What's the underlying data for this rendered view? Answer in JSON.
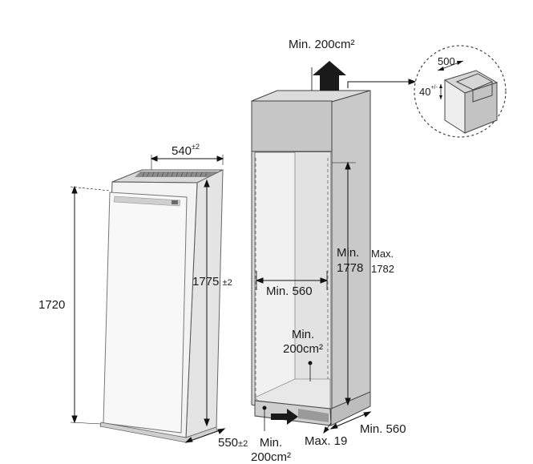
{
  "fridge": {
    "width_value": "540",
    "width_tol": "±2",
    "height_value": "1720",
    "cabinet_height_value": "1775",
    "cabinet_height_tol": "±2",
    "depth_value": "550",
    "depth_tol": "±2",
    "bottom_vent_line1": "Min.",
    "bottom_vent_line2": "200cm²"
  },
  "niche": {
    "top_vent": "Min. 200cm²",
    "height_min_line1": "Min.",
    "height_min_line2": "1778",
    "height_max_line1": "Max.",
    "height_max_line2": "1782",
    "inner_width": "Min. 560",
    "inner_vent_line1": "Min.",
    "inner_vent_line2": "200cm²",
    "plinth_gap": "Max. 19",
    "depth": "Min. 560"
  },
  "detail": {
    "width_value": "500",
    "gap_value": "40",
    "gap_tol": "+/-"
  }
}
